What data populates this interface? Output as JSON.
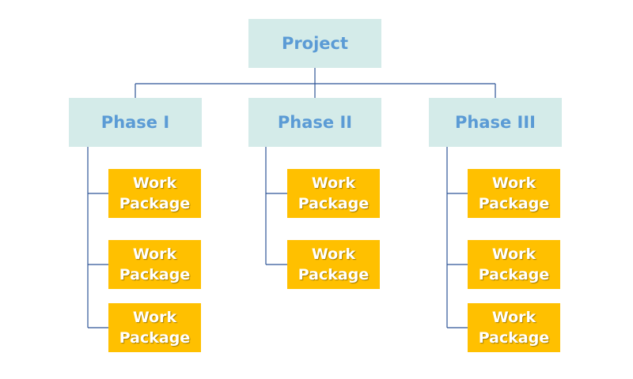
{
  "root": {
    "label": "Project"
  },
  "colors": {
    "top_box_fill": "#d4ebe9",
    "top_text": "#5b9bd5",
    "work_package_fill": "#ffc000",
    "work_package_text": "#ffffff",
    "connector": "#2e5597"
  },
  "phases": [
    {
      "label": "Phase I",
      "work_packages": [
        {
          "line1": "Work",
          "line2": "Package"
        },
        {
          "line1": "Work",
          "line2": "Package"
        },
        {
          "line1": "Work",
          "line2": "Package"
        }
      ]
    },
    {
      "label": "Phase II",
      "work_packages": [
        {
          "line1": "Work",
          "line2": "Package"
        },
        {
          "line1": "Work",
          "line2": "Package"
        }
      ]
    },
    {
      "label": "Phase III",
      "work_packages": [
        {
          "line1": "Work",
          "line2": "Package"
        },
        {
          "line1": "Work",
          "line2": "Package"
        },
        {
          "line1": "Work",
          "line2": "Package"
        }
      ]
    }
  ]
}
